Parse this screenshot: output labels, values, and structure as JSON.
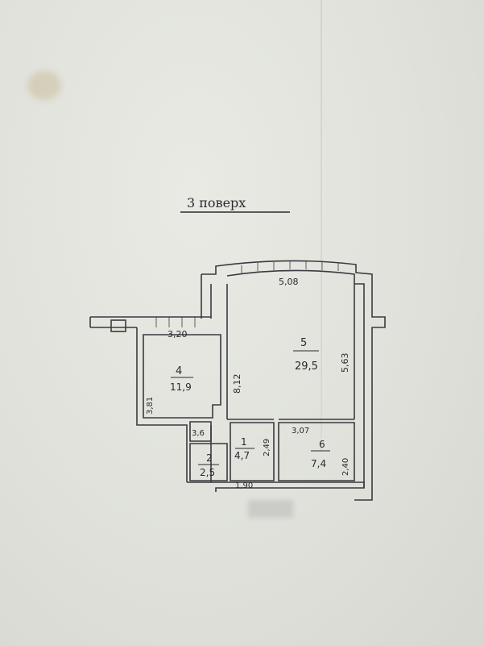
{
  "plan": {
    "title": "3 поверх",
    "rooms": [
      {
        "number": "1",
        "area": "4,7"
      },
      {
        "number": "2",
        "area": "2,5"
      },
      {
        "number": "3,6",
        "area": ""
      },
      {
        "number": "4",
        "area": "11,9"
      },
      {
        "number": "5",
        "area": "29,5"
      },
      {
        "number": "6",
        "area": "7,4"
      }
    ],
    "dimensions": [
      "5,08",
      "5,63",
      "3,20",
      "3,81",
      "8,12",
      "2,49",
      "1,90",
      "3,07",
      "2,40"
    ]
  },
  "colors": {
    "paper": "#e3e4de",
    "ink": "#2a2a2e",
    "stain": "#bea878"
  }
}
